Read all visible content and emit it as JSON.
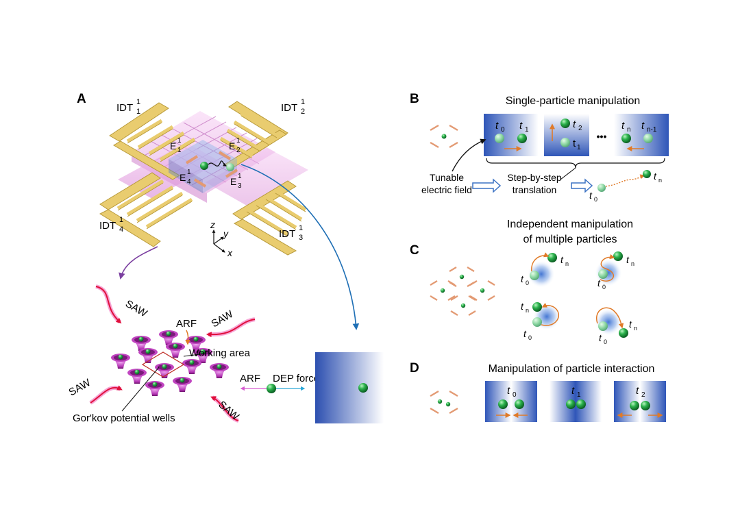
{
  "panels": {
    "a": {
      "letter": "A",
      "idt": [
        "IDT",
        "IDT",
        "IDT",
        "IDT"
      ],
      "idt_sup": "1",
      "idt_sub": [
        "1",
        "2",
        "4",
        "3"
      ],
      "electrodes": [
        "E",
        "E",
        "E",
        "E"
      ],
      "electrode_sup": "1",
      "electrode_sub": [
        "1",
        "2",
        "4",
        "3"
      ],
      "axes": [
        "z",
        "y",
        "x"
      ],
      "saw": "SAW",
      "arf": "ARF",
      "working_area": "Working area",
      "wells": "Gor'kov potential wells",
      "arf_force": "ARF",
      "dep_force": "DEP force"
    },
    "b": {
      "letter": "B",
      "title": "Single-particle manipulation",
      "t0": "t",
      "t0_sub": "0",
      "t1": "t",
      "t1_sub": "1",
      "t2": "t",
      "t2_sub": "2",
      "t1b": "t",
      "t1b_sub": "1",
      "dots": "•••",
      "tn": "t",
      "tn_sub": "n",
      "tn1": "t",
      "tn1_sub": "n-1",
      "field_line1": "Tunable",
      "field_line2": "electric field",
      "step_line1": "Step-by-step",
      "step_line2": "translation",
      "out_t0": "t",
      "out_t0_sub": "0",
      "out_tn": "t",
      "out_tn_sub": "n"
    },
    "c": {
      "letter": "C",
      "title_line1": "Independent manipulation",
      "title_line2": "of multiple particles",
      "t": "t",
      "sub0": "0",
      "subn": "n"
    },
    "d": {
      "letter": "D",
      "title": "Manipulation of particle interaction",
      "t": "t",
      "subs": [
        "0",
        "1",
        "2"
      ]
    }
  },
  "colors": {
    "gold": "#e9cc6f",
    "gold_dark": "#b89a3a",
    "pink": "#e9a3e6",
    "electrode": "#e39a73",
    "blue": "#3a63c4",
    "particle": "#1a9c3a",
    "orange": "#e07a28",
    "purple": "#7b3fa0",
    "arrow_blue": "#1f6fb5",
    "saw": "#d4145a"
  }
}
